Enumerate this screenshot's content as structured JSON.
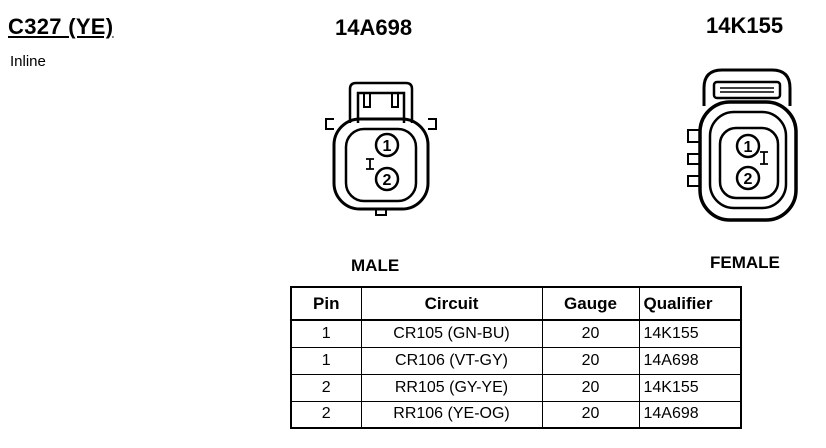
{
  "connector": {
    "id": "C327 (YE)",
    "type": "Inline"
  },
  "parts": {
    "left": "14A698",
    "right": "14K155"
  },
  "genders": {
    "left": "MALE",
    "right": "FEMALE"
  },
  "pins": {
    "left": [
      "1",
      "2"
    ],
    "right": [
      "1",
      "2"
    ]
  },
  "table": {
    "headers": [
      "Pin",
      "Circuit",
      "Gauge",
      "Qualifier"
    ],
    "rows": [
      [
        "1",
        "CR105 (GN-BU)",
        "20",
        "14K155"
      ],
      [
        "1",
        "CR106 (VT-GY)",
        "20",
        "14A698"
      ],
      [
        "2",
        "RR105 (GY-YE)",
        "20",
        "14K155"
      ],
      [
        "2",
        "RR106 (YE-OG)",
        "20",
        "14A698"
      ]
    ]
  }
}
